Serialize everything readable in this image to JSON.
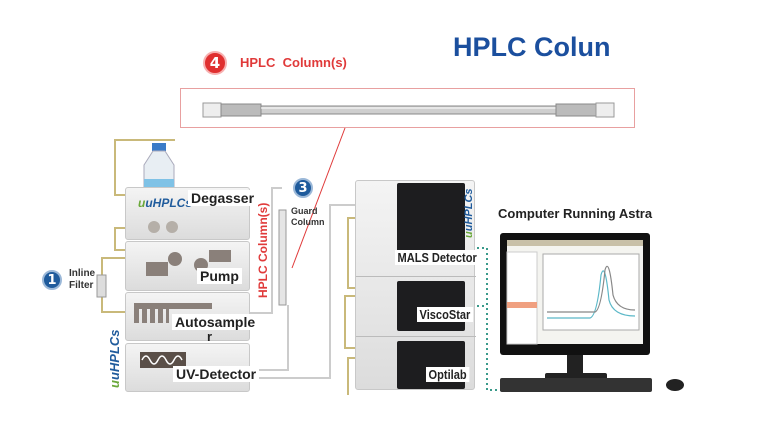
{
  "title": "HPLC Colun",
  "column_callout": {
    "number": "4",
    "label": "HPLC  Column(s)"
  },
  "inline_filter": {
    "number": "1",
    "label_line1": "Inline",
    "label_line2": "Filter"
  },
  "guard_column": {
    "number": "3",
    "label_line1": "Guard",
    "label_line2": "Column"
  },
  "vertical_column_label": "HPLC Column(s)",
  "hplc_stack": {
    "logo": "uHPLCs",
    "modules": [
      {
        "label": "Degasser"
      },
      {
        "label": "Pump"
      },
      {
        "label": "Autosample",
        "label_wrap": "r"
      },
      {
        "label": "UV-Detector"
      }
    ]
  },
  "detectors": [
    {
      "label": "MALS Detector"
    },
    {
      "label": "ViscoStar"
    },
    {
      "label": "Optilab"
    }
  ],
  "computer": {
    "label": "Computer Running Astra"
  },
  "colors": {
    "title": "#1b4f9e",
    "callout_red": "#e03030",
    "badge_blue": "#1f5b9c",
    "connection_dotted": "#3a9a8a"
  }
}
